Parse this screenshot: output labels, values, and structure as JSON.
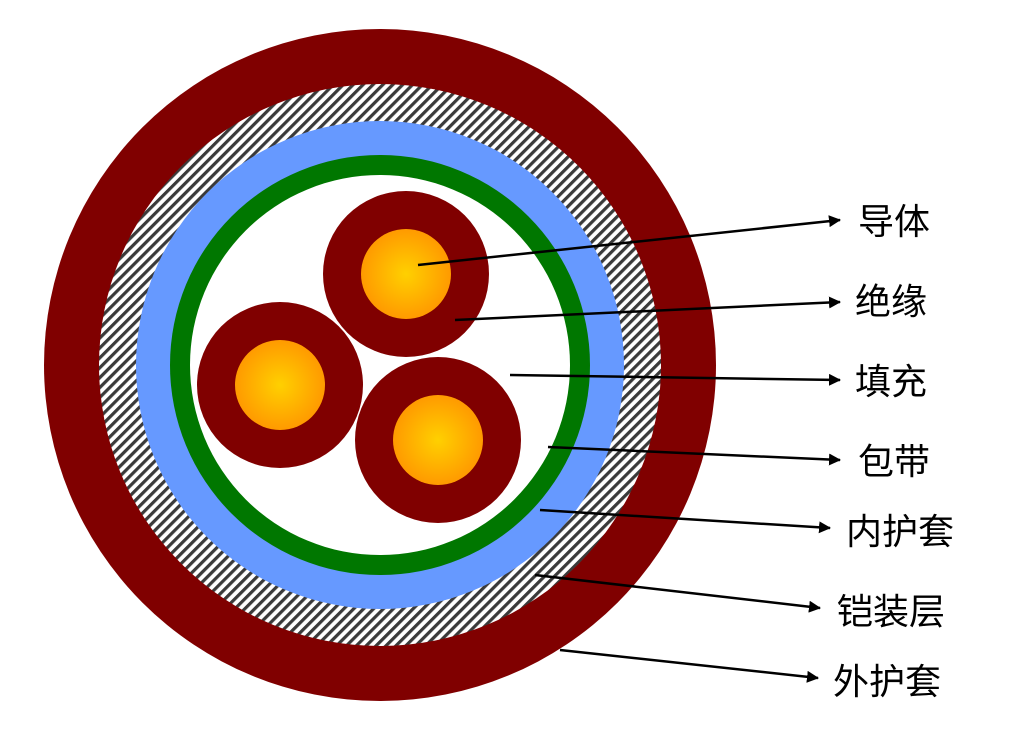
{
  "diagram": {
    "type": "cable-cross-section",
    "colors": {
      "outer_sheath": "#800000",
      "armor_light": "#ffffff",
      "armor_dark": "#3a3a3a",
      "inner_sheath": "#6699ff",
      "wrapping_tape": "#007700",
      "filler": "#ffffff",
      "insulation": "#800000",
      "conductor_center": "#ffd000",
      "conductor_edge": "#ff9a00",
      "arrow": "#000000"
    },
    "labels": [
      {
        "id": "conductor",
        "text": "导体"
      },
      {
        "id": "insulation",
        "text": "绝缘"
      },
      {
        "id": "filler",
        "text": "填充"
      },
      {
        "id": "wrapping-tape",
        "text": "包带"
      },
      {
        "id": "inner-sheath",
        "text": "内护套"
      },
      {
        "id": "armor-layer",
        "text": "铠装层"
      },
      {
        "id": "outer-sheath",
        "text": "外护套"
      }
    ]
  }
}
